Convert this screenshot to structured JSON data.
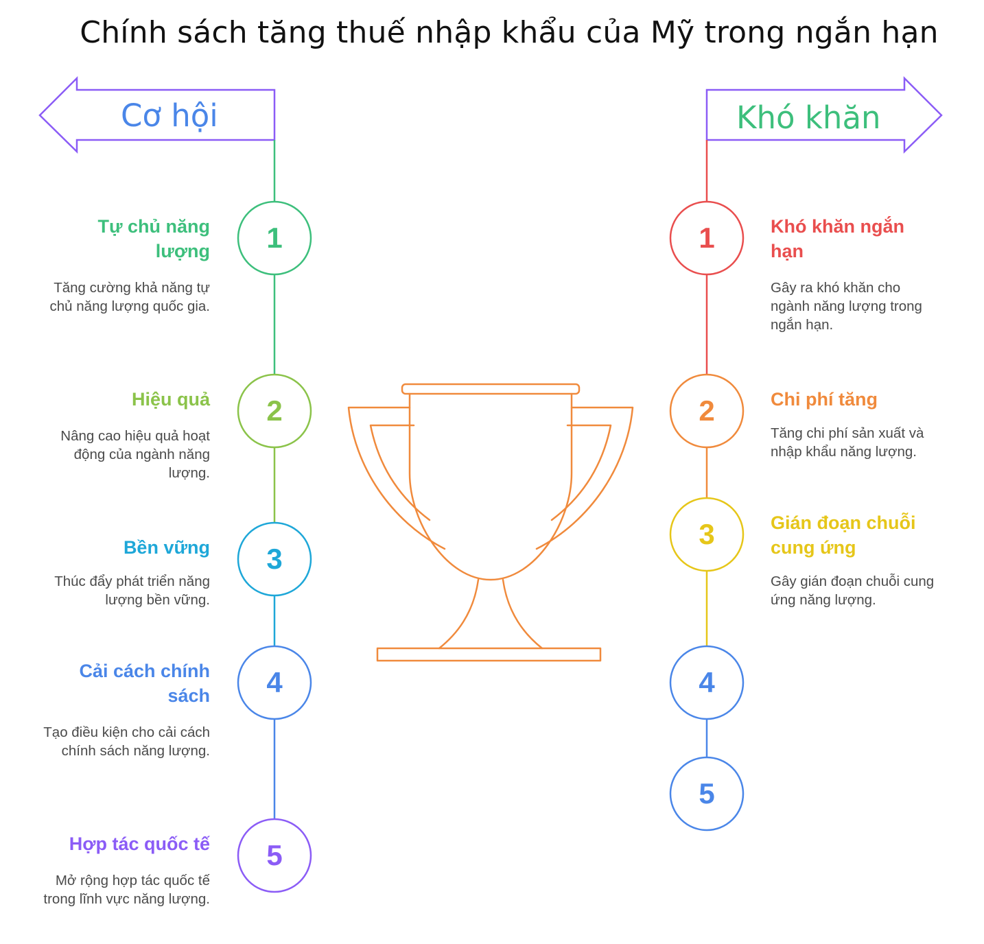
{
  "title": "Chính sách tăng thuế nhập khẩu của Mỹ trong ngắn hạn",
  "opportunities": {
    "label": "Cơ hội",
    "color": "#4a86e8",
    "arrow_color": "#8b5cf6",
    "items": [
      {
        "number": "1",
        "title": "Tự chủ năng lượng",
        "description": "Tăng cường khả năng tự chủ năng lượng quốc gia.",
        "color": "#3dbf7c"
      },
      {
        "number": "2",
        "title": "Hiệu quả",
        "description": "Nâng cao hiệu quả hoạt động của ngành năng lượng.",
        "color": "#8bc34a"
      },
      {
        "number": "3",
        "title": "Bền vững",
        "description": "Thúc đẩy phát triển năng lượng bền vững.",
        "color": "#1ea7d8"
      },
      {
        "number": "4",
        "title": "Cải cách chính sách",
        "description": "Tạo điều kiện cho cải cách chính sách năng lượng.",
        "color": "#4a86e8"
      },
      {
        "number": "5",
        "title": "Hợp tác quốc tế",
        "description": "Mở rộng hợp tác quốc tế trong lĩnh vực năng lượng.",
        "color": "#8b5cf6"
      }
    ]
  },
  "challenges": {
    "label": "Khó khăn",
    "color": "#3dbf7c",
    "arrow_color": "#8b5cf6",
    "items": [
      {
        "number": "1",
        "title": "Khó khăn ngắn hạn",
        "description": "Gây ra khó khăn cho ngành năng lượng trong ngắn hạn.",
        "color": "#e94e4e"
      },
      {
        "number": "2",
        "title": "Chi phí tăng",
        "description": "Tăng chi phí sản xuất và nhập khẩu năng lượng.",
        "color": "#f08a3c"
      },
      {
        "number": "3",
        "title": "Gián đoạn chuỗi cung ứng",
        "description": "Gây gián đoạn chuỗi cung ứng năng lượng.",
        "color": "#e6c619"
      },
      {
        "number": "4",
        "title": "",
        "description": "",
        "color": "#4a86e8"
      },
      {
        "number": "5",
        "title": "",
        "description": "",
        "color": "#4a86e8"
      }
    ]
  },
  "trophy": {
    "icon": "trophy-icon",
    "color": "#f08a3c"
  }
}
